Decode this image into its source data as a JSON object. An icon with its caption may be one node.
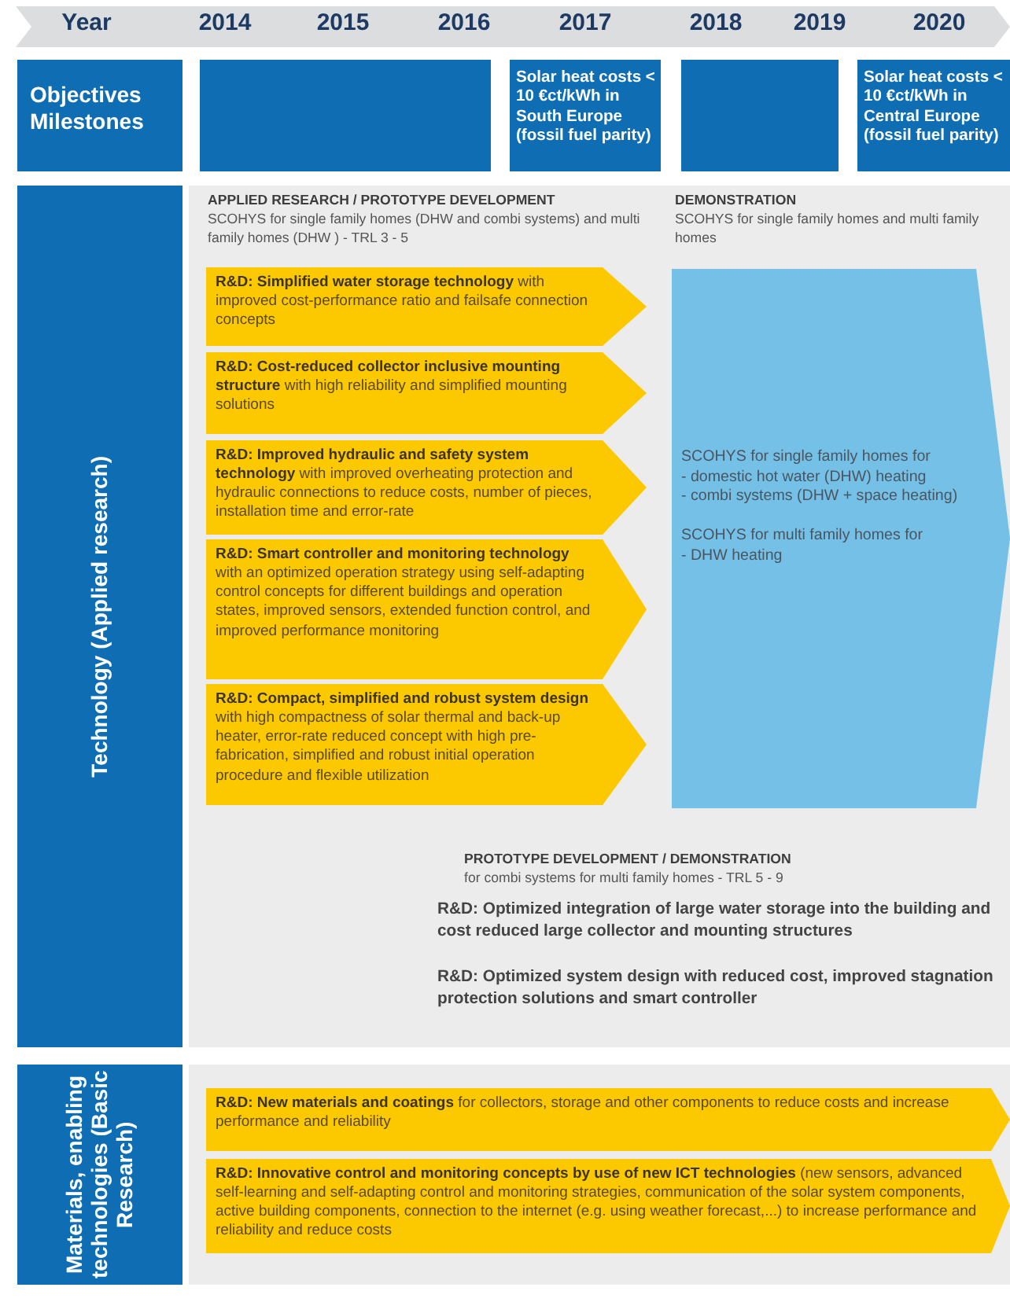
{
  "diagram": {
    "nodes": [
      {
        "text": [
          "Objectives Milestones"
        ]
      },
      {
        "text": [],
        "shape": "box"
      },
      {
        "text": [
          "Solar heat costs < 10 €ct/kWh in South Europe (fossil fuel parity)"
        ]
      },
      {
        "text": [],
        "shape": "box"
      },
      {
        "text": [
          "Solar heat costs < 10 €ct/kWh in Central Europe (fossil fuel parity)"
        ]
      },
      {
        "text": [
          "Technology (Applied research)"
        ]
      },
      {
        "text": [
          "APPLIED RESEARCH / PROTOTYPE DEVELOPMENT",
          "SCOHYS for single family homes (DHW and combi systems) and multi family homes (DHW ) - TRL 3 - 5",
          "DEMONSTRATION",
          "SCOHYS for single family homes and multi family homes",
          "PROTOTYPE DEVELOPMENT / DEMONSTRATION",
          "for combi systems for multi family homes - TRL 5 - 9",
          "R&D: Optimized integration of large water storage into the building and cost reduced large collector and mounting structures",
          "R&D: Optimized system design with reduced cost, improved stagnation protection solutions and smart controller"
        ]
      },
      {
        "text": [
          "**R&D: Simplified water storage technology** with improved cost-performance ratio and failsafe connection concepts"
        ],
        "in": 6
      },
      {
        "text": [
          "**R&D: Cost-reduced collector inclusive mounting structure** with high reliability and simplified mounting solutions"
        ],
        "in": 6
      },
      {
        "text": [
          "**R&D: Improved hydraulic and safety system technology** with improved overheating protection and hydraulic connections to reduce costs, number of pieces, installation time and error-rate"
        ],
        "in": 6
      },
      {
        "text": [
          "**R&D: Smart controller and monitoring technology** with an optimized operation strategy using self-adapting control concepts for different buildings and operation states, improved sensors, extended function control, and improved performance monitoring"
        ],
        "in": 6
      },
      {
        "text": [
          "**R&D: Compact, simplified and robust system design** with high compactness of solar thermal and back-up heater, error-rate reduced concept with high pre-fabrication, simplified and robust initial operation procedure and flexible utilization"
        ],
        "in": 6
      },
      {
        "text": [
          "SCOHYS for single family homes for",
          "- domestic hot water (DHW) heating",
          "- combi systems (DHW + space heating)",
          "SCOHYS for multi family homes for",
          "- DHW heating"
        ],
        "in": 6
      },
      {
        "text": [
          "Materials, enabling technologies (Basic Research)"
        ]
      },
      {
        "text": [],
        "shape": "box"
      },
      {
        "text": [
          "**R&D: New materials and coatings** for collectors, storage and other components to reduce costs and increase performance and reliability"
        ],
        "in": 14
      },
      {
        "text": [
          "**R&D: Innovative control and monitoring concepts by use of new ICT technologies** (new sensors, advanced self-learning and self-adapting control and monitoring strategies, communication of the solar system components, active building components, connection to the internet (e.g. using weather forecast,...) to increase performance and reliability and reduce costs"
        ],
        "in": 14
      }
    ],
    "labels": [
      "Year",
      "2014",
      "2015",
      "2016",
      "2017",
      "2018",
      "2019",
      "2020"
    ]
  }
}
